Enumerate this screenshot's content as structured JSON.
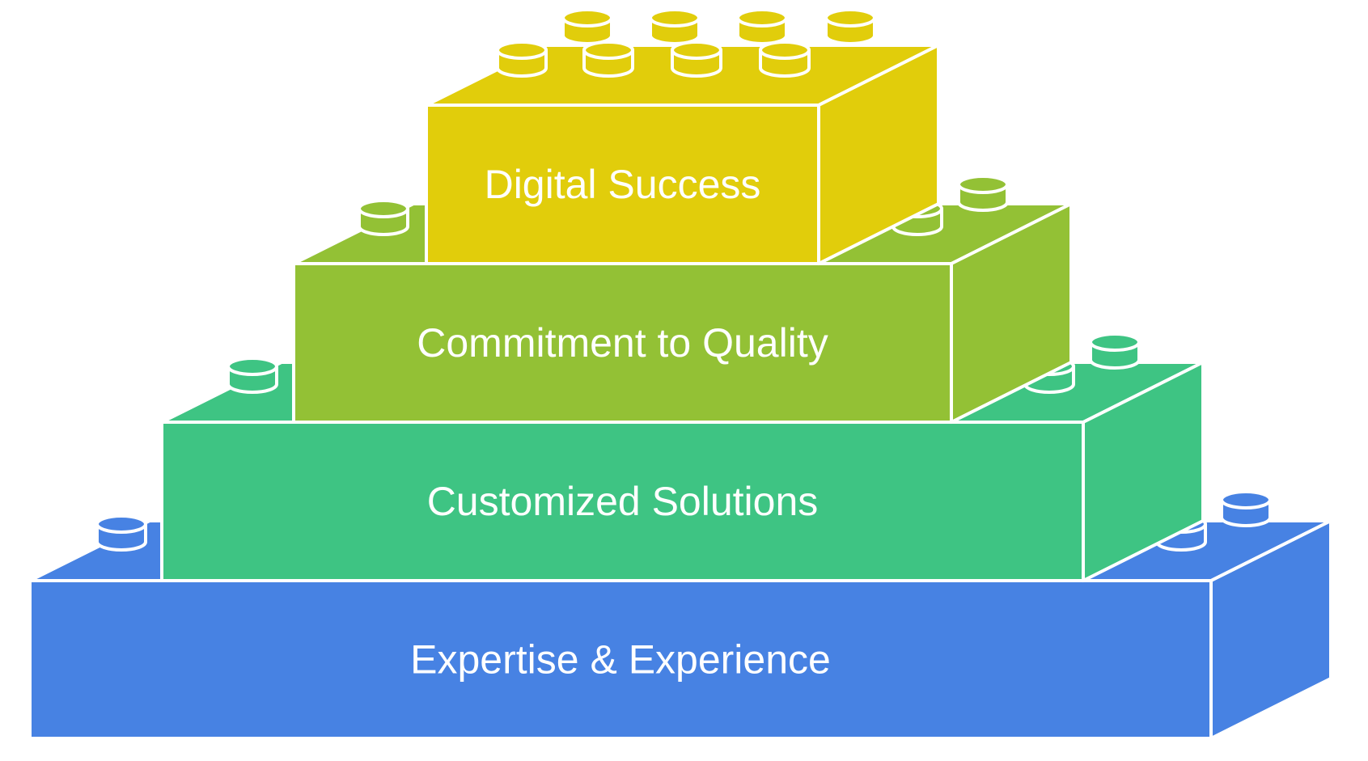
{
  "diagram": {
    "type": "lego-brick-pyramid",
    "bricks": [
      {
        "label": "Digital Success",
        "color": "#E1CD0B",
        "level": 4,
        "studs": 8
      },
      {
        "label": "Commitment to Quality",
        "color": "#93C135",
        "level": 3,
        "studs": 3
      },
      {
        "label": "Customized Solutions",
        "color": "#3EC483",
        "level": 2,
        "studs": 3
      },
      {
        "label": "Expertise & Experience",
        "color": "#4782E3",
        "level": 1,
        "studs": 3
      }
    ],
    "stroke_color": "#FFFFFF"
  }
}
